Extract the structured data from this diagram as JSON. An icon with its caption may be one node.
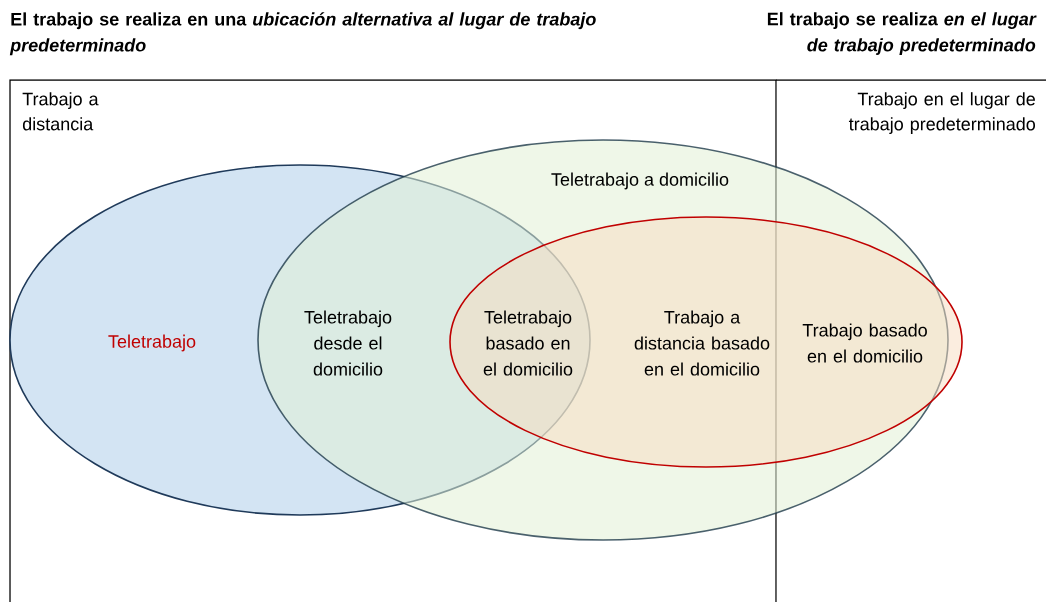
{
  "diagram": {
    "nodes": [
      {
        "text": [
          "Trabajo a distancia"
        ]
      },
      {
        "text": [
          "Trabajo en el lugar de trabajo predeterminado"
        ]
      },
      {
        "text": [
          "Teletrabajo"
        ],
        "in": 0
      },
      {
        "text": [
          "Teletrabajo a domicilio"
        ]
      },
      {
        "text": [],
        "shape": "ellipse",
        "in": 3
      }
    ],
    "labels": [
      "El trabajo se realiza en una *ubicación alternativa al lugar de trabajo predeterminado*",
      "El trabajo se realiza *en el lugar de trabajo predeterminado*",
      "Teletrabajo desde el domicilio",
      "Teletrabajo basado en el domicilio",
      "Trabajo a distancia basado en el domicilio",
      "Trabajo basado en el domicilio"
    ]
  }
}
